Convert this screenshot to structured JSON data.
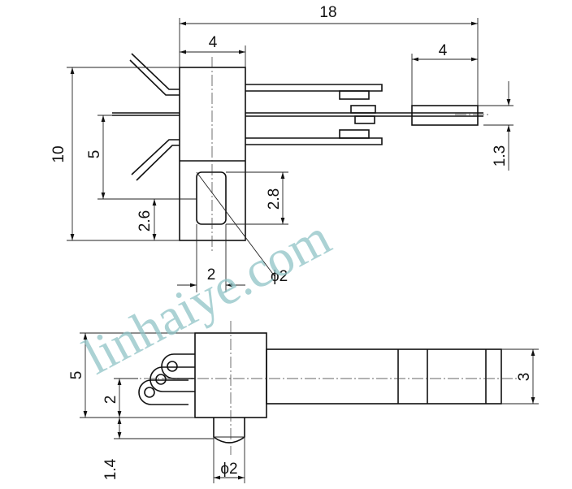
{
  "dimensions": {
    "top_width": "18",
    "top_left_width": "4",
    "top_right_width": "4",
    "height_total": "10",
    "height_mid": "5",
    "slot_height": "2.8",
    "bottom_offset": "2.6",
    "slot_width": "2",
    "hole_dia": "ϕ2",
    "right_thickness": "1.3",
    "side_height": "5",
    "side_inner": "2",
    "side_pin": "1.4",
    "side_dia": "ϕ2",
    "shaft_height": "3"
  },
  "watermark": "linhaiye.com",
  "colors": {
    "line": "#111111",
    "watermark": "#8fc3c6"
  }
}
